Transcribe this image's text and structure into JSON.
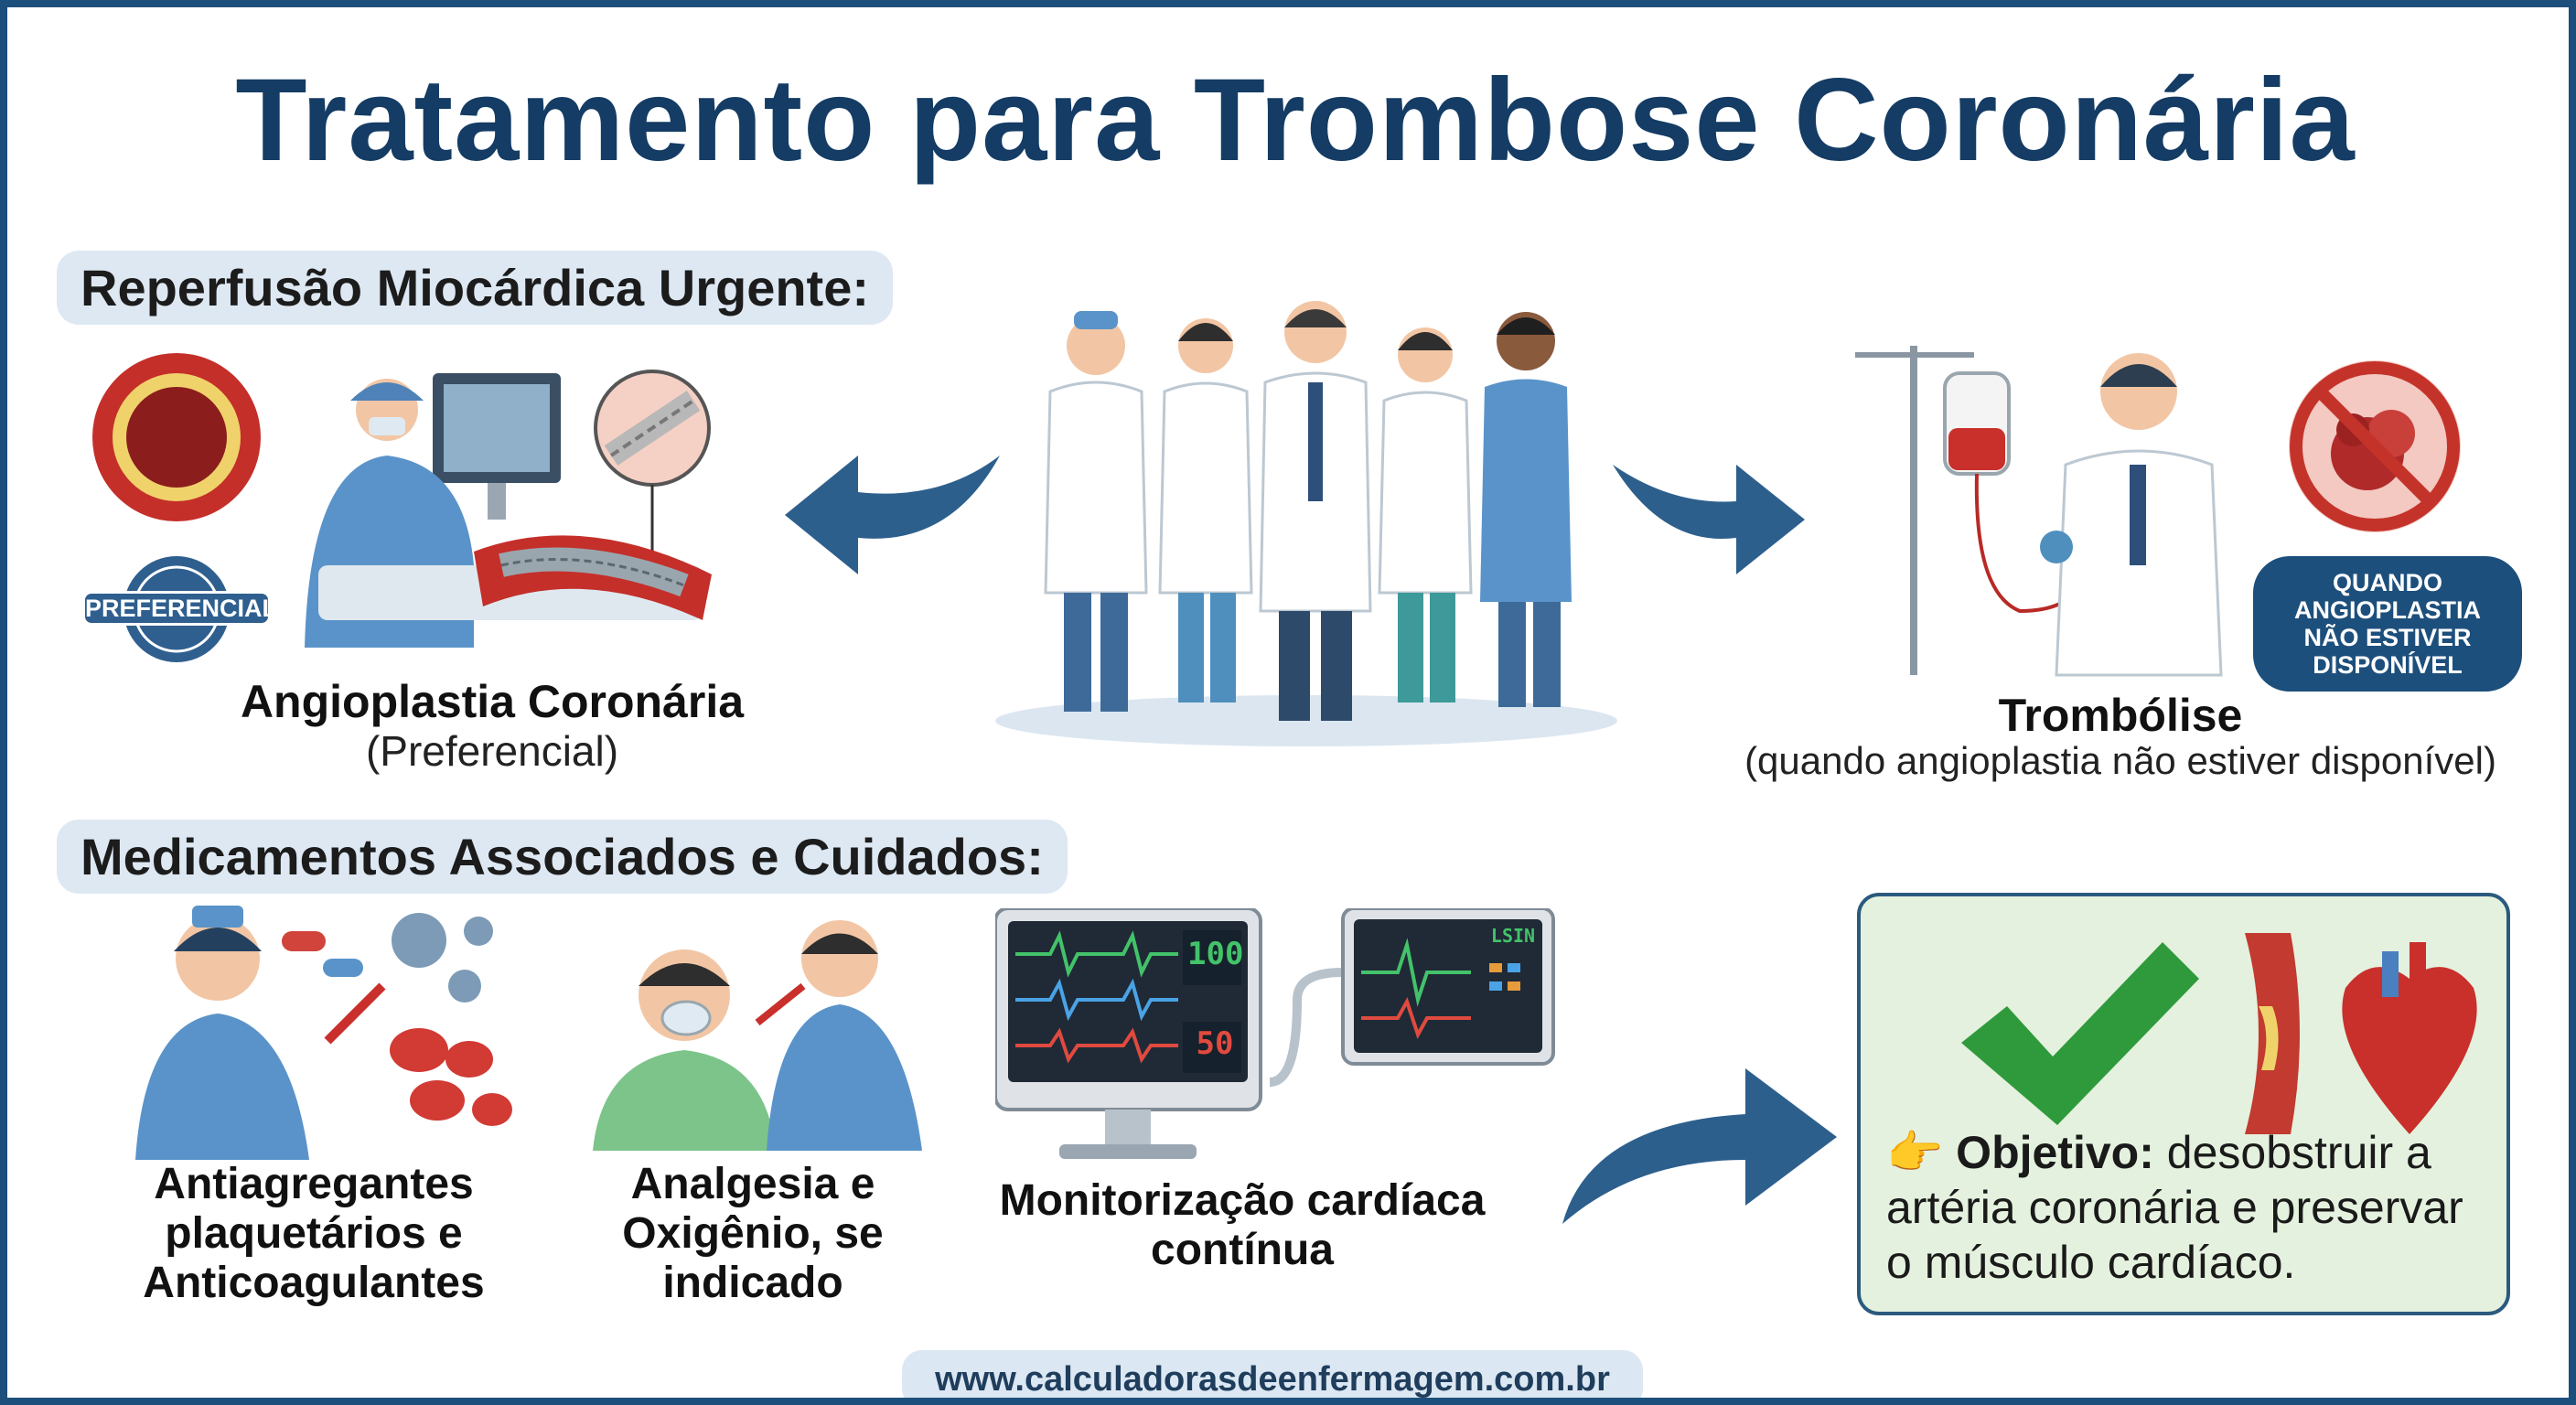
{
  "title": "Tratamento para Trombose Coronária",
  "sections": {
    "reperfusion": {
      "label": "Reperfusão Miocárdica Urgente:",
      "angioplasty": {
        "badge": "PREFERENCIAL",
        "title": "Angioplastia Coronária",
        "subtitle": "(Preferencial)"
      },
      "thrombolysis": {
        "badge": "QUANDO ANGIOPLASTIA NÃO ESTIVER DISPONÍVEL",
        "title": "Trombólise",
        "subtitle": "(quando angioplastia não estiver disponível)"
      }
    },
    "medications": {
      "label": "Medicamentos Associados e Cuidados:",
      "items": [
        {
          "label": "Antiagregantes plaquetários e Anticoagulantes"
        },
        {
          "label": "Analgesia e Oxigênio, se indicado"
        },
        {
          "label": "Monitorização cardíaca contínua"
        }
      ],
      "monitor": {
        "value_top": "100",
        "value_bottom": "50",
        "small_monitor_label": "LSIN"
      }
    }
  },
  "objective": {
    "emoji": "👉",
    "label": "Objetivo:",
    "text": "desobstruir a artéria coronária e preservar o músculo cardíaco."
  },
  "footer": {
    "url": "www.calculadorasdeenfermagem.com.br"
  },
  "colors": {
    "title": "#143c64",
    "accent": "#1d4f7c",
    "arrow": "#2d5f8d",
    "check": "#2f9a3c",
    "objective_bg": "#e4f1de",
    "artery_red": "#c23a30"
  }
}
